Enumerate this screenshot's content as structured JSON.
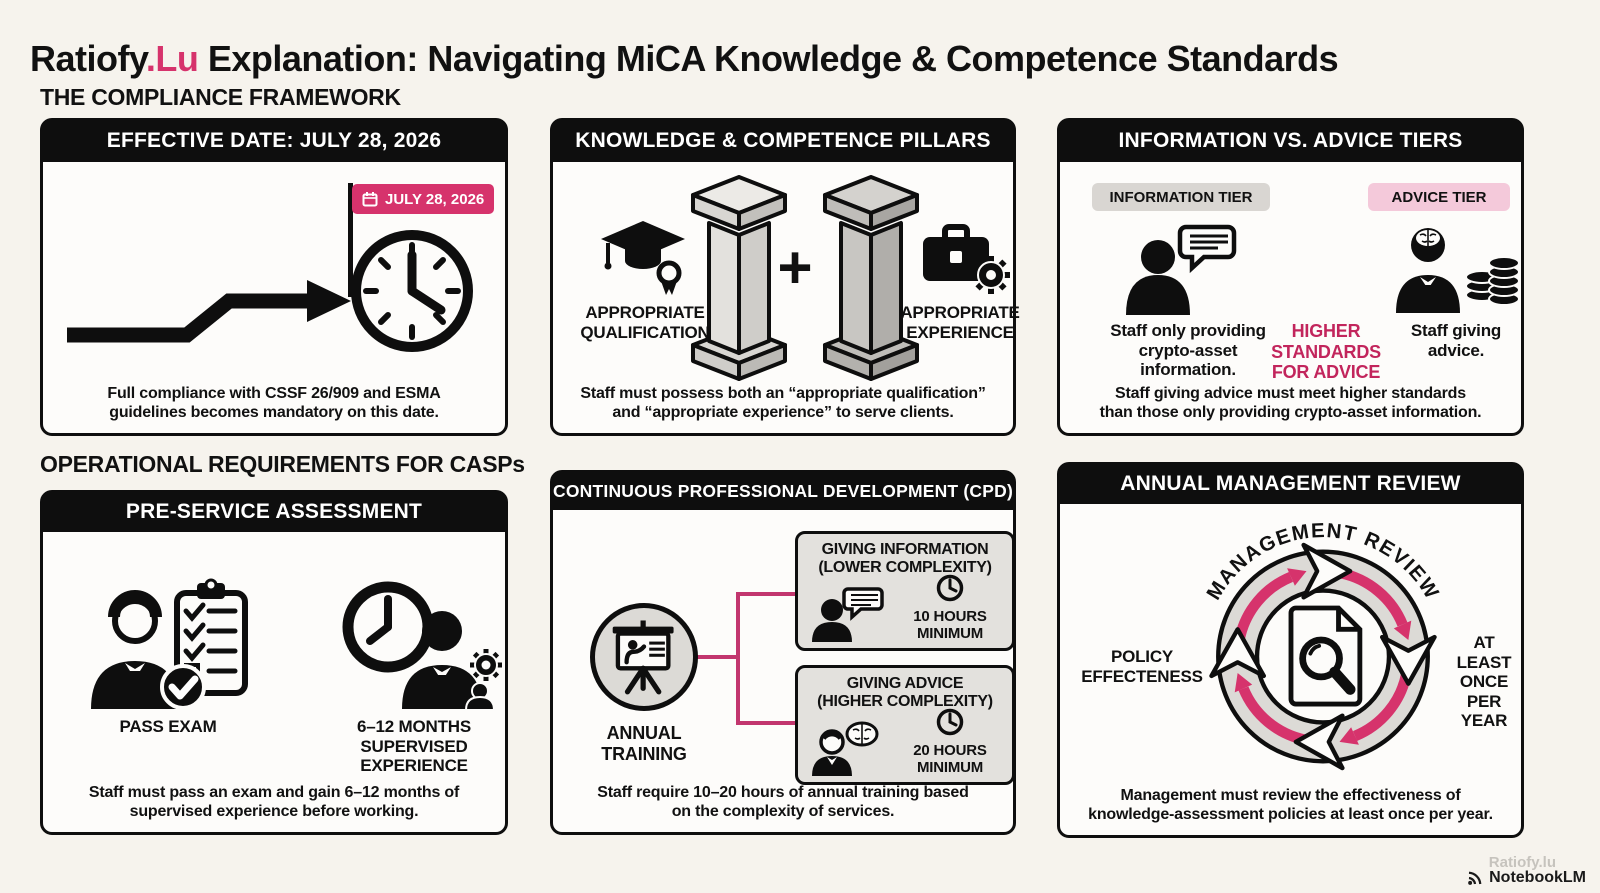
{
  "title": {
    "brand": "Ratiofy",
    "suffix": ".Lu",
    "rest": " Explanation: Navigating MiCA Knowledge & Competence Standards"
  },
  "colors": {
    "accent_pink": "#d6336c",
    "pink_badge_bg": "#f4c9da",
    "gray_badge_bg": "#d9d6d2",
    "header_bar": "#0e0e0e"
  },
  "sections": {
    "framework": "THE COMPLIANCE FRAMEWORK",
    "operational": "OPERATIONAL REQUIREMENTS FOR CASPs"
  },
  "panels": {
    "effective_date": {
      "header": "EFFECTIVE DATE: JULY 28, 2026",
      "badge": "JULY 28, 2026",
      "caption": "Full compliance with CSSF 26/909 and ESMA\nguidelines becomes mandatory on this date."
    },
    "pillars": {
      "header": "KNOWLEDGE & COMPETENCE PILLARS",
      "left_label": "APPROPRIATE\nQUALIFICATION",
      "plus": "+",
      "right_label": "APPROPRIATE\nEXPERIENCE",
      "caption": "Staff must possess both an “appropriate qualification”\nand “appropriate experience” to serve clients."
    },
    "tiers": {
      "header": "INFORMATION VS. ADVICE TIERS",
      "info_badge": "INFORMATION TIER",
      "advice_badge": "ADVICE TIER",
      "info_text": "Staff only providing\ncrypto-asset\ninformation.",
      "middle_text": "HIGHER\nSTANDARDS\nFOR ADVICE",
      "advice_text": "Staff giving\nadvice.",
      "caption": "Staff giving advice must meet higher standards\nthan those only providing crypto-asset information."
    },
    "pre_service": {
      "header": "PRE-SERVICE ASSESSMENT",
      "left_label": "PASS EXAM",
      "right_label": "6–12 MONTHS\nSUPERVISED\nEXPERIENCE",
      "caption": "Staff must pass an exam and gain 6–12 months of\nsupervised experience before working."
    },
    "cpd": {
      "header": "CONTINUOUS PROFESSIONAL DEVELOPMENT (CPD)",
      "hub_label": "ANNUAL\nTRAINING",
      "info_box": {
        "title": "GIVING INFORMATION\n(LOWER COMPLEXITY)",
        "hours": "10 HOURS\nMINIMUM"
      },
      "advice_box": {
        "title": "GIVING ADVICE\n(HIGHER COMPLEXITY)",
        "hours": "20 HOURS\nMINIMUM"
      },
      "caption": "Staff require 10–20 hours of annual training based\non the complexity of services."
    },
    "review": {
      "header": "ANNUAL MANAGEMENT REVIEW",
      "cycle_top": "MANAGEMENT REVIEW",
      "cycle_left": "POLICY\nEFFECTENESS",
      "cycle_right": "AT LEAST\nONCE\nPER YEAR",
      "caption": "Management must review the effectiveness of\nknowledge-assessment policies at least once per year."
    }
  },
  "footer": {
    "credit": "NotebookLM",
    "watermark": "Ratiofy.lu"
  }
}
